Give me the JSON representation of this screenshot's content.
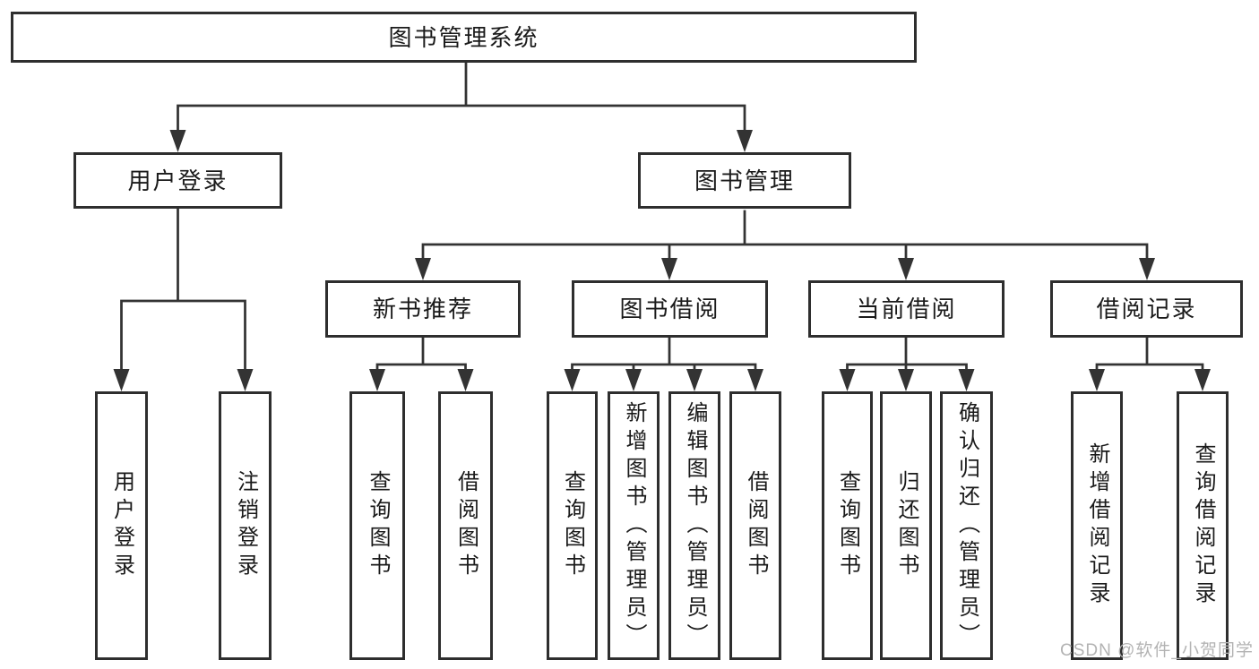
{
  "diagram": {
    "type": "hierarchy-tree",
    "tree": {
      "label": "图书管理系统",
      "children": [
        {
          "label": "用户登录",
          "children": [
            {
              "label": "用户登录"
            },
            {
              "label": "注销登录"
            }
          ]
        },
        {
          "label": "图书管理",
          "children": [
            {
              "label": "新书推荐",
              "children": [
                {
                  "label": "查询图书"
                },
                {
                  "label": "借阅图书"
                }
              ]
            },
            {
              "label": "图书借阅",
              "children": [
                {
                  "label": "查询图书"
                },
                {
                  "label": "新增图书（管理员）"
                },
                {
                  "label": "编辑图书（管理员）"
                },
                {
                  "label": "借阅图书"
                }
              ]
            },
            {
              "label": "当前借阅",
              "children": [
                {
                  "label": "查询图书"
                },
                {
                  "label": "归还图书"
                },
                {
                  "label": "确认归还（管理员）"
                }
              ]
            },
            {
              "label": "借阅记录",
              "children": [
                {
                  "label": "新增借阅记录"
                },
                {
                  "label": "查询借阅记录"
                }
              ]
            }
          ]
        }
      ]
    },
    "colors": {
      "line": "#333333",
      "box_border": "#2e2e2e",
      "box_fill": "#ffffff",
      "text": "#1a1a1a",
      "background": "#ffffff",
      "watermark_text_color": "#b3b3b3"
    }
  },
  "watermark": {
    "text": "CSDN @软件_小贺同学"
  }
}
